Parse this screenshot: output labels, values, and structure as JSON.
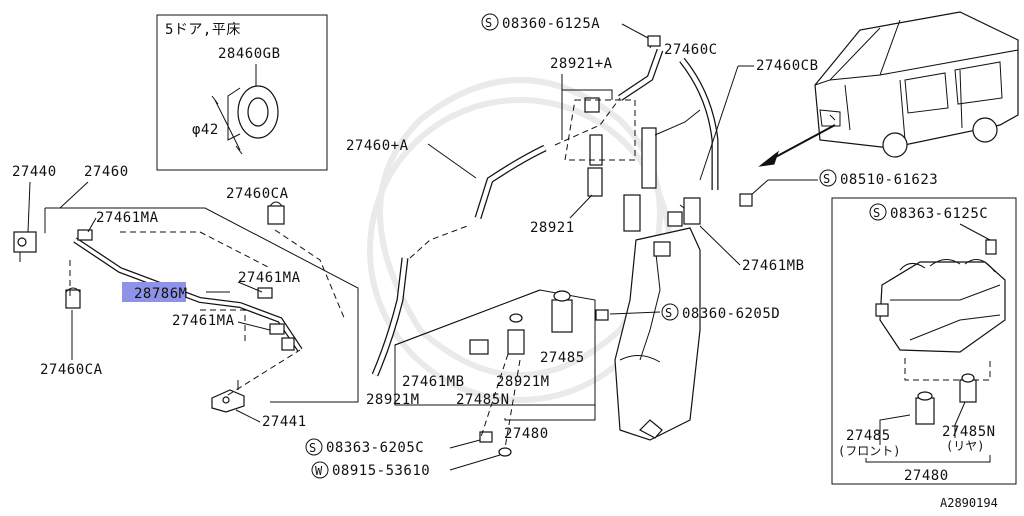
{
  "diagram": {
    "inset_top": {
      "title": "5ドア,平床",
      "part": "28460GB",
      "dimension": "φ42"
    },
    "labels": {
      "p27440": "27440",
      "p27460": "27460",
      "p27460CA_top": "27460CA",
      "p27461MA_1": "27461MA",
      "p28786M": "28786M",
      "p27461MA_2": "27461MA",
      "p27461MA_3": "27461MA",
      "p27460CA_bottom": "27460CA",
      "p27441": "27441",
      "p27460A": "27460+A",
      "s08360_6125A": "08360-6125A",
      "p28921A": "28921+A",
      "p27460C": "27460C",
      "p27460CB": "27460CB",
      "p28921": "28921",
      "s08510_61623": "08510-61623",
      "p27461MB_1": "27461MB",
      "s08360_6205D": "08360-6205D",
      "p27485": "27485",
      "p27461MB_2": "27461MB",
      "p28921M_1": "28921M",
      "p28921M_2": "28921M",
      "p27485N": "27485N",
      "p27480": "27480",
      "s08363_6205C": "08363-6205C",
      "w08915_53610": "08915-53610",
      "s08363_6125C": "08363-6125C",
      "p27485_inset": "27485",
      "p27485N_inset": "27485N",
      "front": "(フロント)",
      "rear": "(リヤ)",
      "p27480_inset": "27480",
      "code": "A2890194"
    },
    "symbols": {
      "s": "S",
      "w": "W"
    },
    "highlight_color": "#8f93e8"
  }
}
